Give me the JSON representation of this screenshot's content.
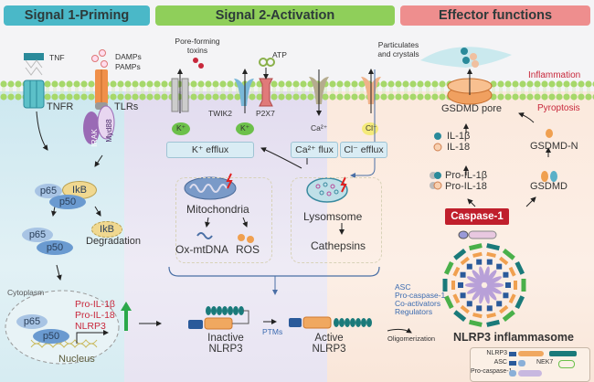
{
  "headers": {
    "signal1": "Signal 1-Priming",
    "signal2": "Signal 2-Activation",
    "effector": "Effector functions"
  },
  "colors": {
    "signal1_header": "#4ab8c8",
    "signal2_header": "#8fcf5a",
    "effector_header": "#ee8e8e",
    "caspase": "#c01f2c",
    "accent_red": "#c8283c",
    "accent_blue": "#3b6bb0"
  },
  "signal1": {
    "tnf": "TNF",
    "tnfr": "TNFR",
    "damps": "DAMPs",
    "pamps": "PAMPs",
    "tlrs": "TLRs",
    "irak": "IRAK",
    "myd88": "Myd88",
    "complex": {
      "p65": "p65",
      "ikb": "IkB",
      "p50": "p50"
    },
    "ikb_deg": "IkB",
    "degradation": "Degradation",
    "free": {
      "p65": "p65",
      "p50": "p50"
    },
    "cytoplasm": "Cytoplasm",
    "nucleus": "Nucleus",
    "nuclear": {
      "p65": "p65",
      "p50": "p50"
    },
    "genes": [
      "Pro-IL-1β",
      "Pro-IL-18",
      "NLRP3"
    ]
  },
  "signal2": {
    "pore_toxins": "Pore-forming toxins",
    "atp": "ATP",
    "particulates": "Particulates and crystals",
    "twik2": "TWIK2",
    "p2x7": "P2X7",
    "k1": "K⁺",
    "k2": "K⁺",
    "ca": "Ca²⁺",
    "cl": "Cl⁻",
    "k_efflux": "K⁺ efflux",
    "ca_flux": "Ca²⁺ flux",
    "cl_efflux": "Cl⁻ efflux",
    "mitochondria": "Mitochondria",
    "ox_mtdna": "Ox-mtDNA",
    "ros": "ROS",
    "lysosome": "Lysomsome",
    "cathepsins": "Cathepsins",
    "inactive": "Inactive NLRP3",
    "ptms": "PTMs",
    "active": "Active NLRP3"
  },
  "oligo": {
    "items": [
      "ASC",
      "Pro-caspase-1",
      "Co-activators",
      "Regulators"
    ],
    "label": "Oligomerization"
  },
  "effector": {
    "inflammation": "Inflammation",
    "pyroptosis": "Pyroptosis",
    "gsdmd_pore": "GSDMD pore",
    "il1b": "IL-1β",
    "il18": "IL-18",
    "pro_il1b": "Pro-IL-1β",
    "pro_il18": "Pro-IL-18",
    "gsdmd_n": "GSDMD-N",
    "gsdmd": "GSDMD",
    "caspase": "Caspase-1",
    "inflammasome": "NLRP3 inflammasome",
    "legend": {
      "nlrp3": "NLRP3",
      "asc": "ASC",
      "nek7": "NEK7",
      "procasp": "Pro-caspase-1"
    }
  }
}
